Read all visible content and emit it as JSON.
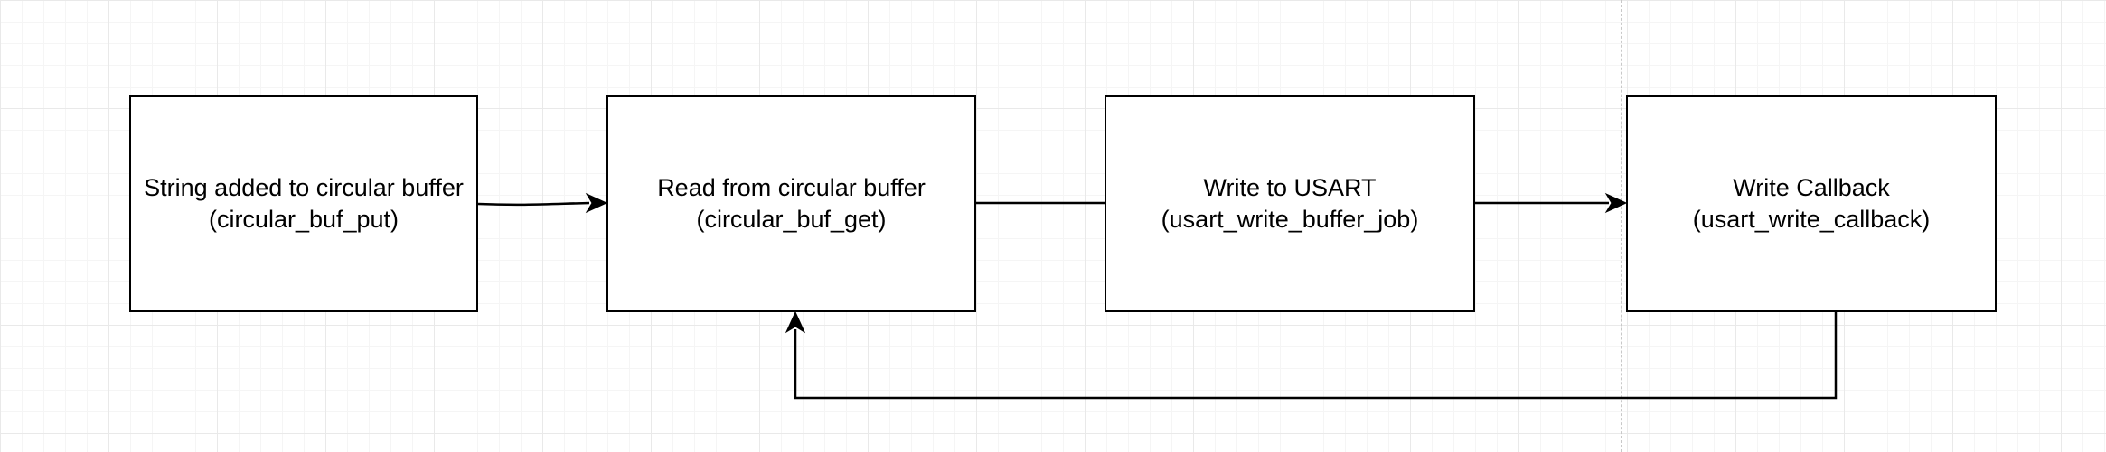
{
  "nodes": [
    {
      "line1": "String added to circular buffer",
      "line2": "(circular_buf_put)"
    },
    {
      "line1": "Read from circular buffer",
      "line2": "(circular_buf_get)"
    },
    {
      "line1": "Write to USART",
      "line2": "(usart_write_buffer_job)"
    },
    {
      "line1": "Write Callback",
      "line2": "(usart_write_callback)"
    }
  ],
  "edges": [
    {
      "from": "String added to circular buffer",
      "to": "Read from circular buffer",
      "arrow": true
    },
    {
      "from": "Read from circular buffer",
      "to": "Write to USART",
      "arrow": false
    },
    {
      "from": "Write to USART",
      "to": "Write Callback",
      "arrow": true
    },
    {
      "from": "Write Callback",
      "to": "Read from circular buffer",
      "arrow": true
    }
  ],
  "colors": {
    "stroke": "#000000",
    "fill": "#ffffff",
    "grid": "#e9e9e9"
  }
}
